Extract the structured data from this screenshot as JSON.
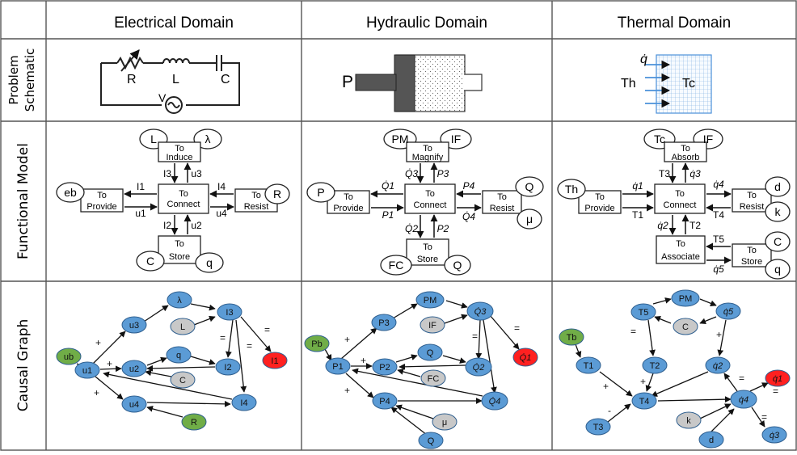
{
  "headers": {
    "electrical": "Electrical Domain",
    "hydraulic": "Hydraulic Domain",
    "thermal": "Thermal Domain"
  },
  "rows": {
    "schematic": "Problem Schematic",
    "schematic_line1": "Problem",
    "schematic_line2": "Schematic",
    "functional": "Functional Model",
    "causal": "Causal Graph"
  },
  "schematic": {
    "electrical": {
      "R": "R",
      "L": "L",
      "C": "C",
      "V": "V"
    },
    "hydraulic": {
      "P": "P"
    },
    "thermal": {
      "qdot": "q̇",
      "Th": "Th",
      "Tc": "Tc"
    }
  },
  "functional": {
    "electrical": {
      "top_ellipses": [
        "L",
        "λ"
      ],
      "top_box": [
        "To",
        "Induce"
      ],
      "center_box": [
        "To",
        "Connect"
      ],
      "left_box": [
        "To",
        "Provide"
      ],
      "right_box": [
        "To",
        "Resist"
      ],
      "bottom_box": [
        "To",
        "Store"
      ],
      "left_ellipse": "eb",
      "right_ellipse": "R",
      "bottom_ellipses": [
        "C",
        "q"
      ],
      "flows": [
        "I3",
        "u3",
        "I1",
        "u1",
        "I4",
        "u4",
        "I2",
        "u2"
      ]
    },
    "hydraulic": {
      "top_ellipses": [
        "PM",
        "IF"
      ],
      "top_box": [
        "To",
        "Magnify"
      ],
      "center_box": [
        "To",
        "Connect"
      ],
      "left_box": [
        "To",
        "Provide"
      ],
      "right_box": [
        "To",
        "Resist"
      ],
      "bottom_box": [
        "To",
        "Store"
      ],
      "left_ellipse": "P",
      "right_ellipses": [
        "Q",
        "μ"
      ],
      "bottom_ellipses": [
        "FC",
        "Q"
      ],
      "flows": [
        "Q̇3",
        "P3",
        "Q̇1",
        "P1",
        "P4",
        "Q̇4",
        "Q̇2",
        "P2"
      ]
    },
    "thermal": {
      "top_ellipses": [
        "Tc",
        "IF"
      ],
      "top_box": [
        "To",
        "Absorb"
      ],
      "center_box": [
        "To",
        "Connect"
      ],
      "left_box": [
        "To",
        "Provide"
      ],
      "right_box": [
        "To",
        "Resist"
      ],
      "assoc_box": [
        "To",
        "Associate"
      ],
      "store_box": [
        "To",
        "Store"
      ],
      "left_ellipse": "Th",
      "right_ellipses": [
        "d",
        "k"
      ],
      "store_ellipses": [
        "C",
        "q"
      ],
      "flows": [
        "T3",
        "q̇3",
        "q̇1",
        "T1",
        "q̇4",
        "T4",
        "q̇2",
        "T2",
        "T5",
        "q̇5"
      ]
    }
  },
  "causal": {
    "electrical": {
      "nodes": [
        "ub",
        "u1",
        "u3",
        "λ",
        "L",
        "I3",
        "I1",
        "u2",
        "q",
        "C",
        "I2",
        "u4",
        "I4",
        "R"
      ],
      "edge_labels": [
        "+",
        "+",
        "+",
        "=",
        "=",
        "="
      ]
    },
    "hydraulic": {
      "nodes": [
        "Pb",
        "P1",
        "P3",
        "PM",
        "IF",
        "Q̇3",
        "Q̇1",
        "P2",
        "Q",
        "FC",
        "Q̇2",
        "P4",
        "Q̇4",
        "μ",
        "Q"
      ],
      "edge_labels": [
        "+",
        "+",
        "+",
        "=",
        "="
      ]
    },
    "thermal": {
      "nodes": [
        "Tb",
        "T1",
        "T5",
        "PM",
        "C",
        "q̇5",
        "T2",
        "q̇2",
        "T4",
        "T3",
        "k",
        "q̇4",
        "q̇1",
        "d",
        "q̇3"
      ],
      "edge_labels": [
        "=",
        "+",
        "+",
        "+",
        "-",
        "=",
        "=",
        "="
      ]
    }
  },
  "colors": {
    "grid": "#555555",
    "node_blue": "#5b9bd5",
    "node_gray": "#c8c8c8",
    "node_green": "#70ad47",
    "node_red": "#ff2020",
    "node_stroke": "#2f5f8f",
    "panel_bg": "#f5f5f5",
    "thermal_grid": "#4a90d9"
  }
}
